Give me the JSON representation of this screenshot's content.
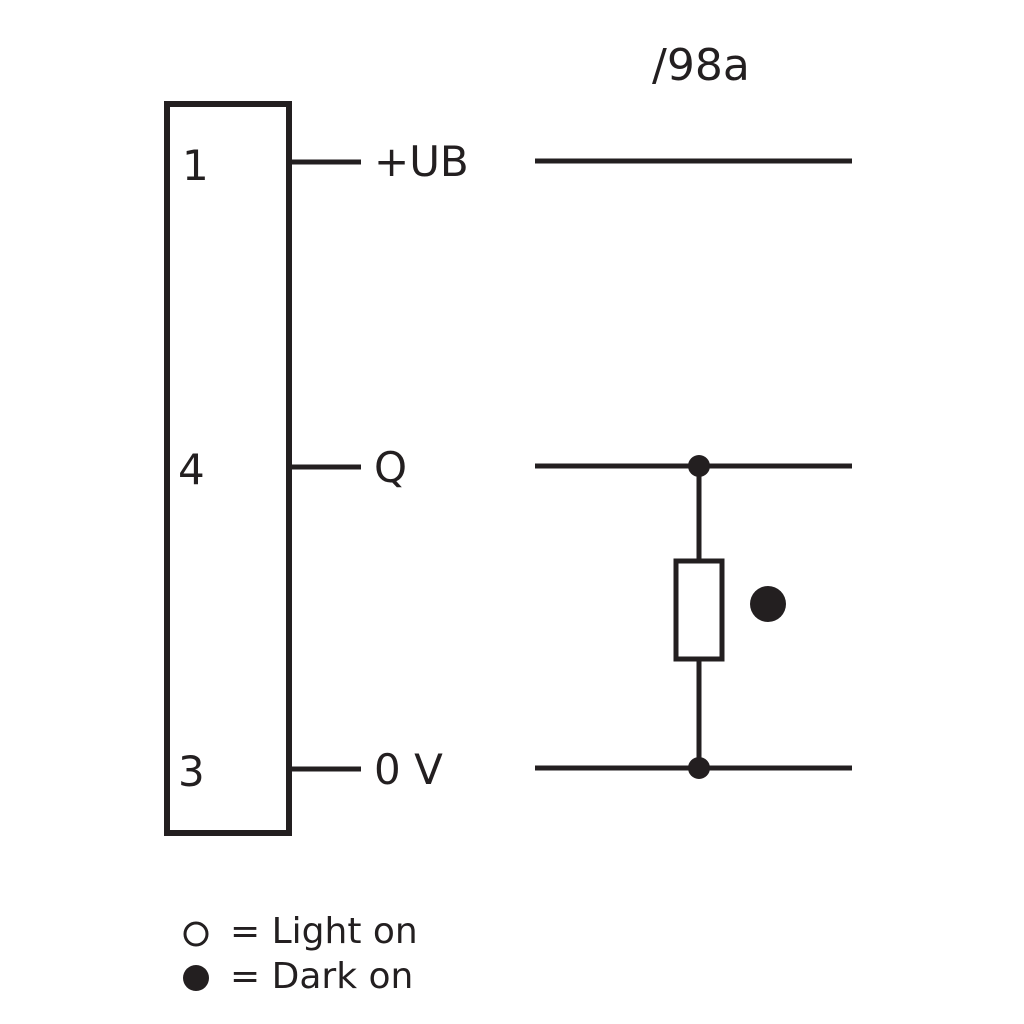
{
  "variant_code": "/98a",
  "connector": {
    "pins": [
      {
        "number": "1",
        "signal": "+UB"
      },
      {
        "number": "4",
        "signal": "Q"
      },
      {
        "number": "3",
        "signal": "0 V"
      }
    ]
  },
  "switching_symbol": "dark-on-dot",
  "legend": [
    {
      "symbol": "open-circle",
      "text": "= Light on"
    },
    {
      "symbol": "filled-circle",
      "text": "= Dark on"
    }
  ]
}
